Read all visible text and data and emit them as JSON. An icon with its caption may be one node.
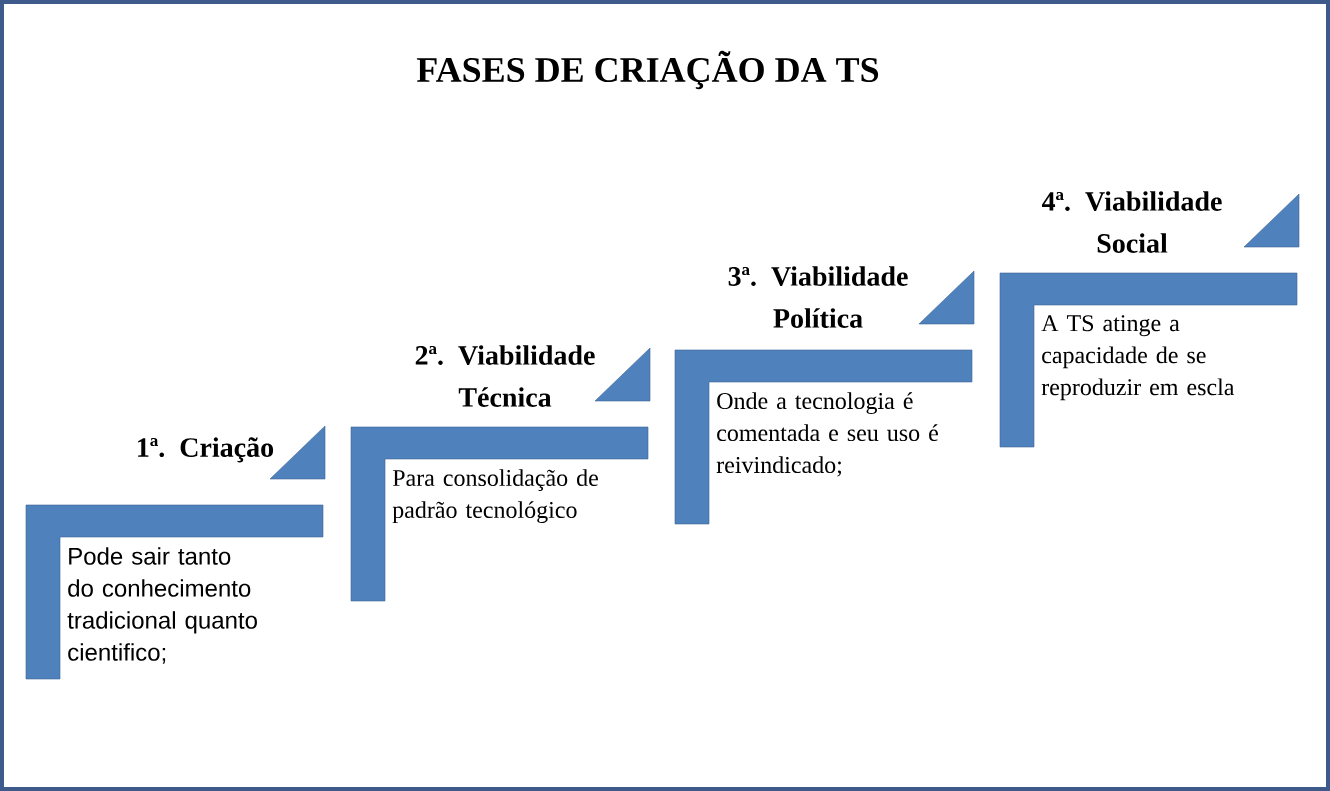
{
  "diagram": {
    "title": "FASES DE CRIAÇÃO DA TS",
    "nodes": [
      {
        "text": [
          "1ª. Criação",
          "Pode sair tanto do conhecimento tradicional quanto cientifico;"
        ]
      },
      {
        "text": [
          "2ª. Viabilidade Técnica",
          "Para consolidação de padrão tecnológico"
        ]
      },
      {
        "text": [
          "3ª. Viabilidade Política",
          "Onde a tecnologia é comentada e seu uso é reivindicado;"
        ]
      },
      {
        "text": [
          "4ª. Viabilidade Social",
          "A TS atinge a capacidade de se reproduzir em escla"
        ]
      }
    ]
  }
}
